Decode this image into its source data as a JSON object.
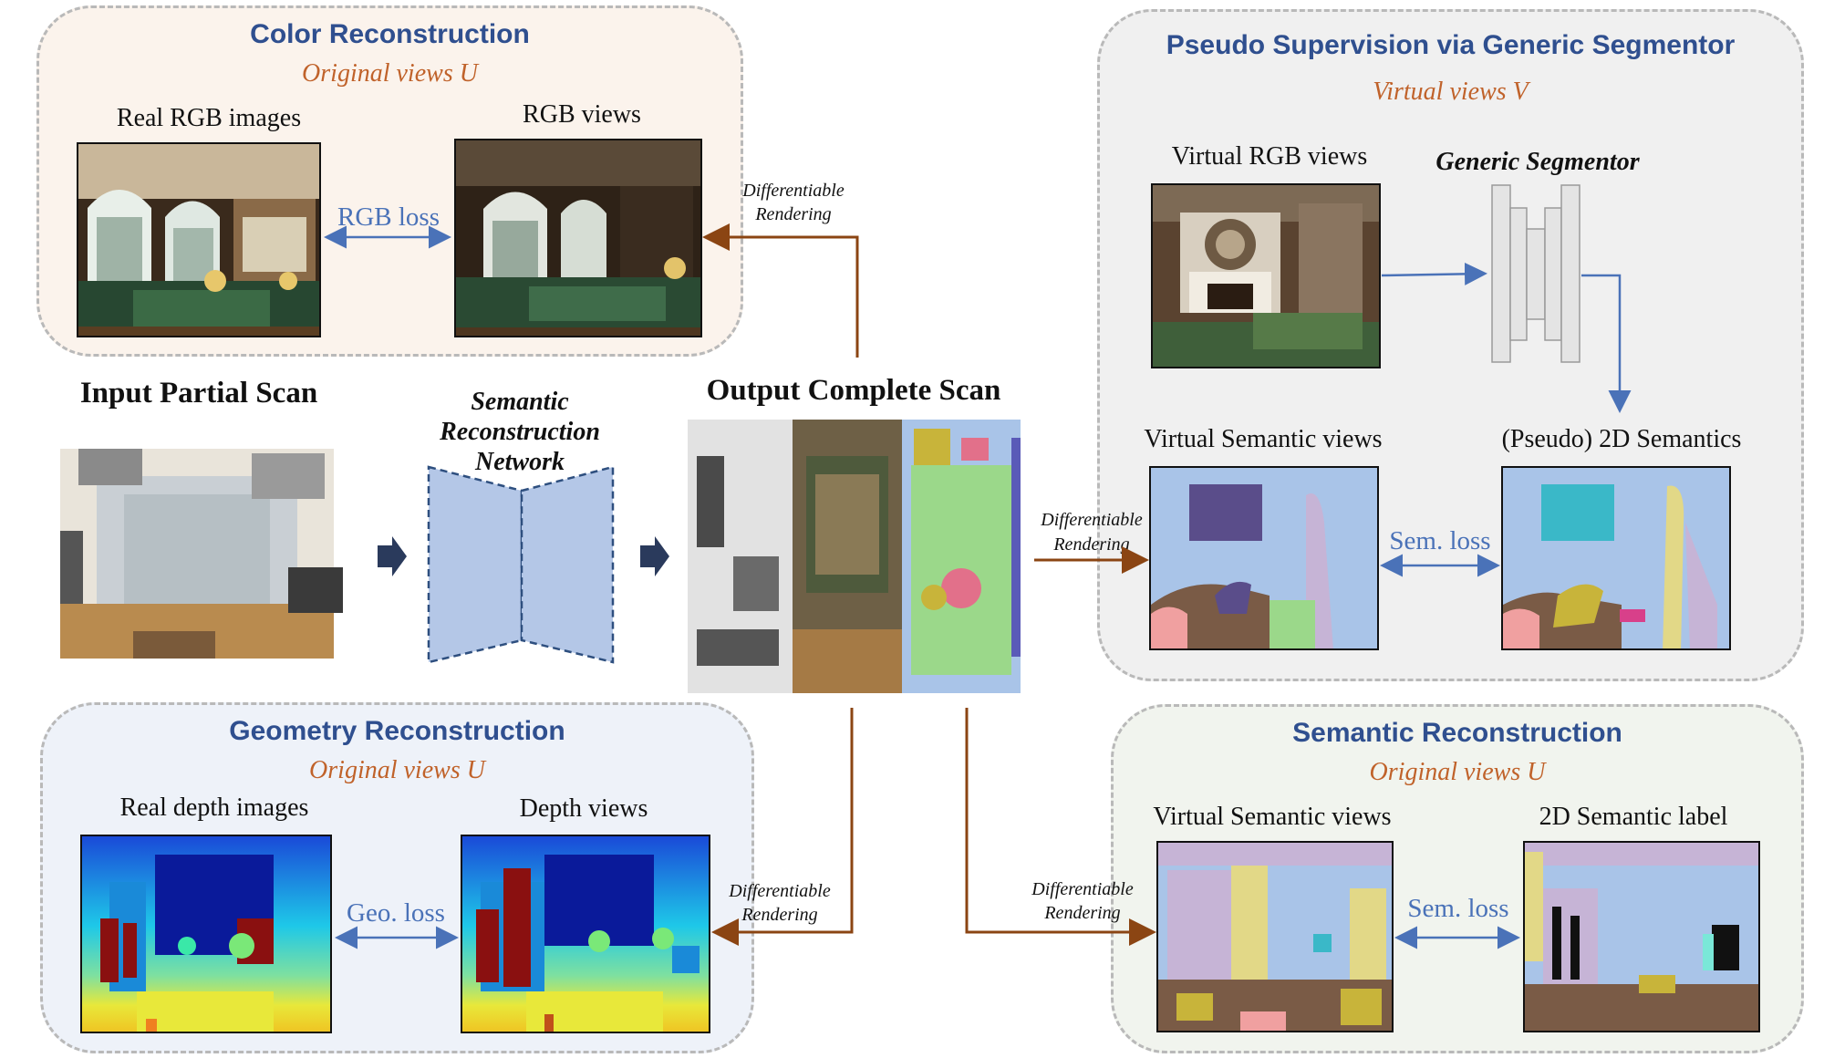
{
  "color_panel": {
    "title": "Color Reconstruction",
    "subtitle": "Original views U",
    "left_caption": "Real RGB images",
    "right_caption": "RGB views",
    "loss": "RGB loss"
  },
  "pseudo_panel": {
    "title": "Pseudo Supervision via Generic Segmentor",
    "subtitle": "Virtual views V",
    "rgb_caption": "Virtual RGB views",
    "segmentor_caption": "Generic Segmentor",
    "sem_views_caption": "Virtual Semantic views",
    "pseudo_caption": "(Pseudo) 2D Semantics",
    "loss": "Sem. loss"
  },
  "geometry_panel": {
    "title": "Geometry Reconstruction",
    "subtitle": "Original views U",
    "left_caption": "Real depth images",
    "right_caption": "Depth views",
    "loss": "Geo. loss"
  },
  "semantic_panel": {
    "title": "Semantic Reconstruction",
    "subtitle": "Original views U",
    "left_caption": "Virtual Semantic views",
    "right_caption": "2D Semantic label",
    "loss": "Sem. loss"
  },
  "center": {
    "input_title": "Input Partial Scan",
    "network_line1": "Semantic",
    "network_line2": "Reconstruction",
    "network_line3": "Network",
    "output_title": "Output Complete Scan"
  },
  "rendering": {
    "line1": "Differentiable",
    "line2": "Rendering"
  },
  "colors": {
    "title_blue": "#2f4f8f",
    "subtitle_orange": "#c0622a",
    "loss_blue": "#4a72b8",
    "render_arrow": "#8b4513",
    "network_fill": "#b4c7e7"
  }
}
